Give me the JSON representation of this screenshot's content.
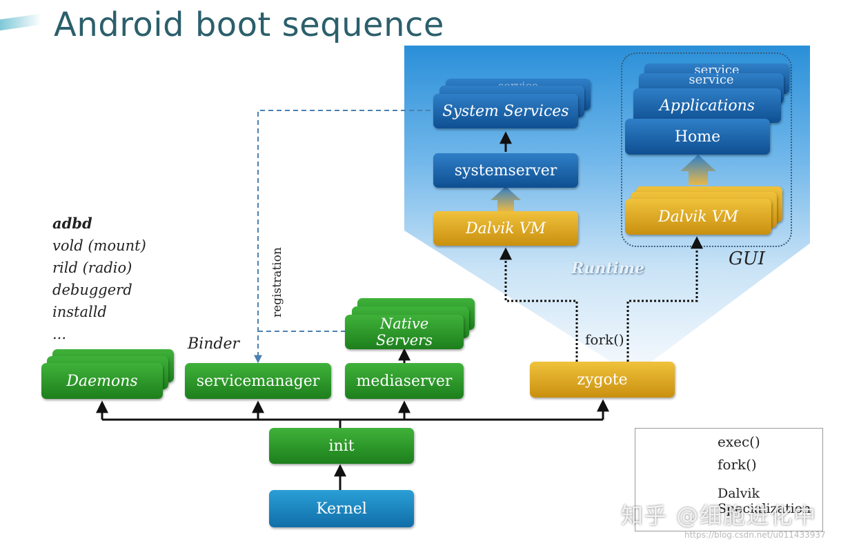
{
  "title": "Android boot sequence",
  "boxes": {
    "system_services": "System Services",
    "system_services_back": "service",
    "systemserver": "systemserver",
    "dalvik_vm_left": "Dalvik VM",
    "applications": "Applications",
    "service_back_1": "service",
    "service_back_2": "service",
    "home": "Home",
    "dalvik_vm_right": "Dalvik VM",
    "daemons": "Daemons",
    "servicemanager": "servicemanager",
    "native_servers_line1": "Native",
    "native_servers_line2": "Servers",
    "mediaserver": "mediaserver",
    "zygote": "zygote",
    "init": "init",
    "kernel": "Kernel"
  },
  "labels": {
    "runtime": "Runtime",
    "gui": "GUI",
    "binder": "Binder",
    "registration": "registration",
    "fork": "fork()"
  },
  "daemons_list": [
    "adbd",
    "vold  (mount)",
    "rild  (radio)",
    "debuggerd",
    "installd",
    "..."
  ],
  "legend": {
    "exec": "exec()",
    "fork": "fork()",
    "dalvik_line1": "Dalvik",
    "dalvik_line2": "Specialization"
  },
  "watermark": "知乎 @细胞进化中",
  "csdn_url": "https://blog.csdn.net/u011433937",
  "colors": {
    "title": "#2b5f6b",
    "blue_box": "#0f4f92",
    "green_box": "#1d7f1c",
    "gold_box": "#c9900f",
    "kernel_box": "#116ea8"
  }
}
